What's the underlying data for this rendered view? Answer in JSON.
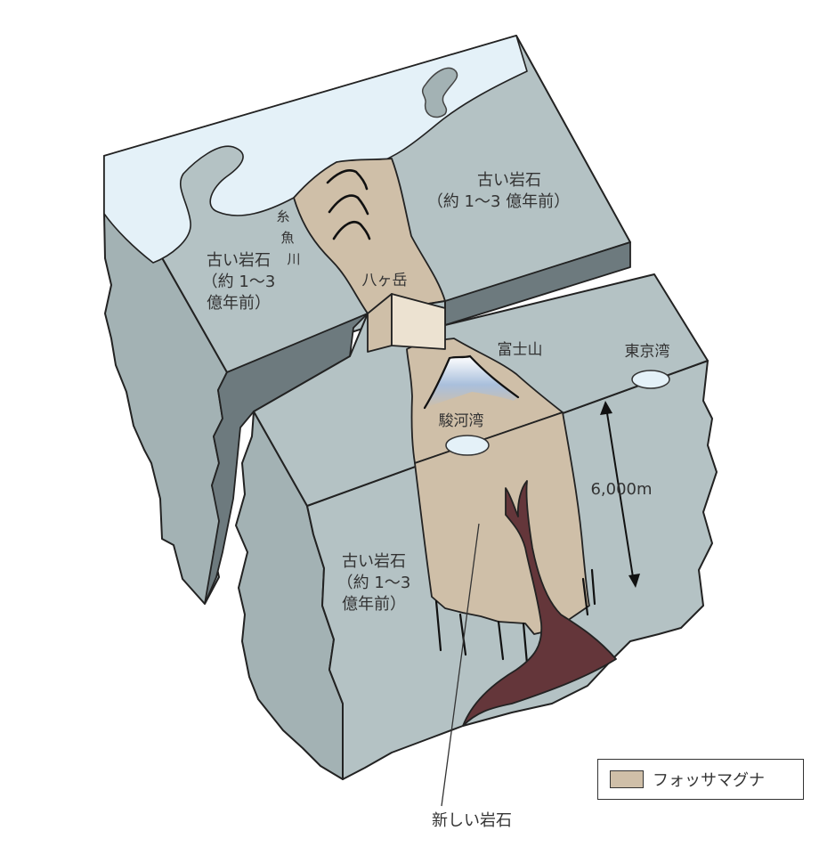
{
  "labels": {
    "old_rock_top_right": [
      "古い岩石",
      "（約 1〜3 億年前）"
    ],
    "old_rock_left": [
      "古い岩石",
      "（約 1〜3",
      "億年前）"
    ],
    "old_rock_front": [
      "古い岩石",
      "（約 1〜3",
      "億年前）"
    ],
    "itoigawa": [
      "糸",
      "魚",
      "川"
    ],
    "yatsugatake": "八ヶ岳",
    "fujisan": "富士山",
    "tokyo_bay": "東京湾",
    "suruga_bay": "駿河湾",
    "depth": "6,000m",
    "new_rock": "新しい岩石"
  },
  "legend": {
    "label": "フォッサマグナ"
  },
  "colors": {
    "rock": "#b4c2c4",
    "rock_side": "#a3b2b4",
    "rock_dark": "#6d7a7e",
    "fossa": "#cfbfa8",
    "yatsugatake_face": "#ece2d1",
    "sea": "#e4f1f8",
    "lava": "#64363a",
    "outline": "#222222"
  }
}
